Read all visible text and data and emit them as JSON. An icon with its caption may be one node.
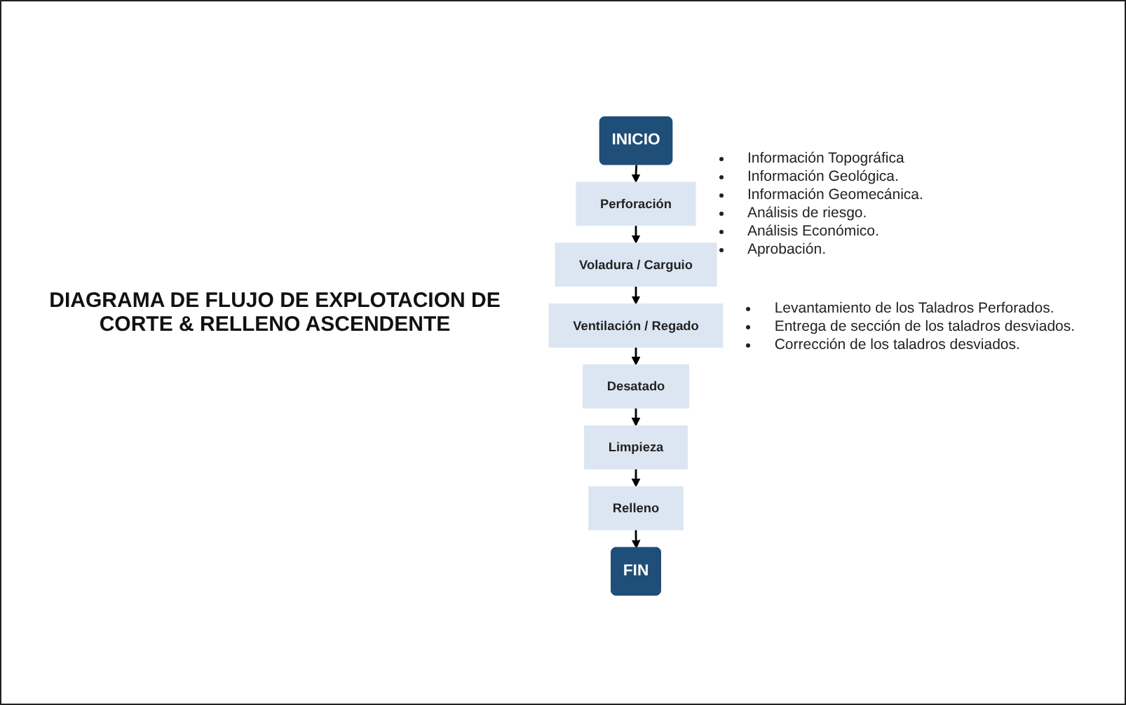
{
  "diagram": {
    "title": "DIAGRAMA DE FLUJO DE EXPLOTACION DE CORTE & RELLENO ASCENDENTE",
    "nodes": [
      {
        "text": [
          "INICIO"
        ]
      },
      {
        "text": [
          "Perforación"
        ],
        "beside": [
          "Información Topográfica",
          "Información Geológica.",
          "Información Geomecánica.",
          "Análisis de riesgo.",
          "Análisis Económico.",
          "Aprobación."
        ]
      },
      {
        "text": [
          "Voladura / Carguio"
        ]
      },
      {
        "text": [
          "Ventilación / Regado"
        ],
        "beside": [
          "Levantamiento de los Taladros Perforados.",
          "Entrega de sección de los taladros desviados.",
          "Corrección de los taladros desviados."
        ]
      },
      {
        "text": [
          "Desatado"
        ]
      },
      {
        "text": [
          "Limpieza"
        ]
      },
      {
        "text": [
          "Relleno"
        ]
      },
      {
        "text": [
          "FIN"
        ]
      }
    ],
    "edges": [
      {
        "from": 0,
        "to": 1,
        "arrow": "to"
      },
      {
        "from": 1,
        "to": 2,
        "arrow": "to"
      },
      {
        "from": 2,
        "to": 3,
        "arrow": "to"
      },
      {
        "from": 3,
        "to": 4,
        "arrow": "to"
      },
      {
        "from": 4,
        "to": 5,
        "arrow": "to"
      },
      {
        "from": 5,
        "to": 6,
        "arrow": "to"
      },
      {
        "from": 6,
        "to": 7,
        "arrow": "to"
      }
    ]
  }
}
